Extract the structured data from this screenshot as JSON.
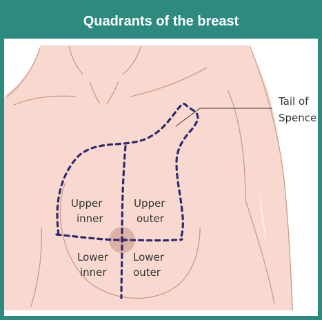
{
  "title": "Quadrants of the breast",
  "labels": {
    "upper_inner_1": "Upper",
    "upper_inner_2": "inner",
    "upper_outer_1": "Upper",
    "upper_outer_2": "outer",
    "lower_inner_1": "Lower",
    "lower_inner_2": "inner",
    "lower_outer_1": "Lower",
    "lower_outer_2": "outer",
    "tail_1": "Tail of",
    "tail_2": "Spence"
  },
  "colors": {
    "frame": "#2d8a7e",
    "skin": "#f9d9cf",
    "outline": "#c99a8a",
    "dashes": "#2e2a6e",
    "nipple": "#d9aaa0"
  }
}
